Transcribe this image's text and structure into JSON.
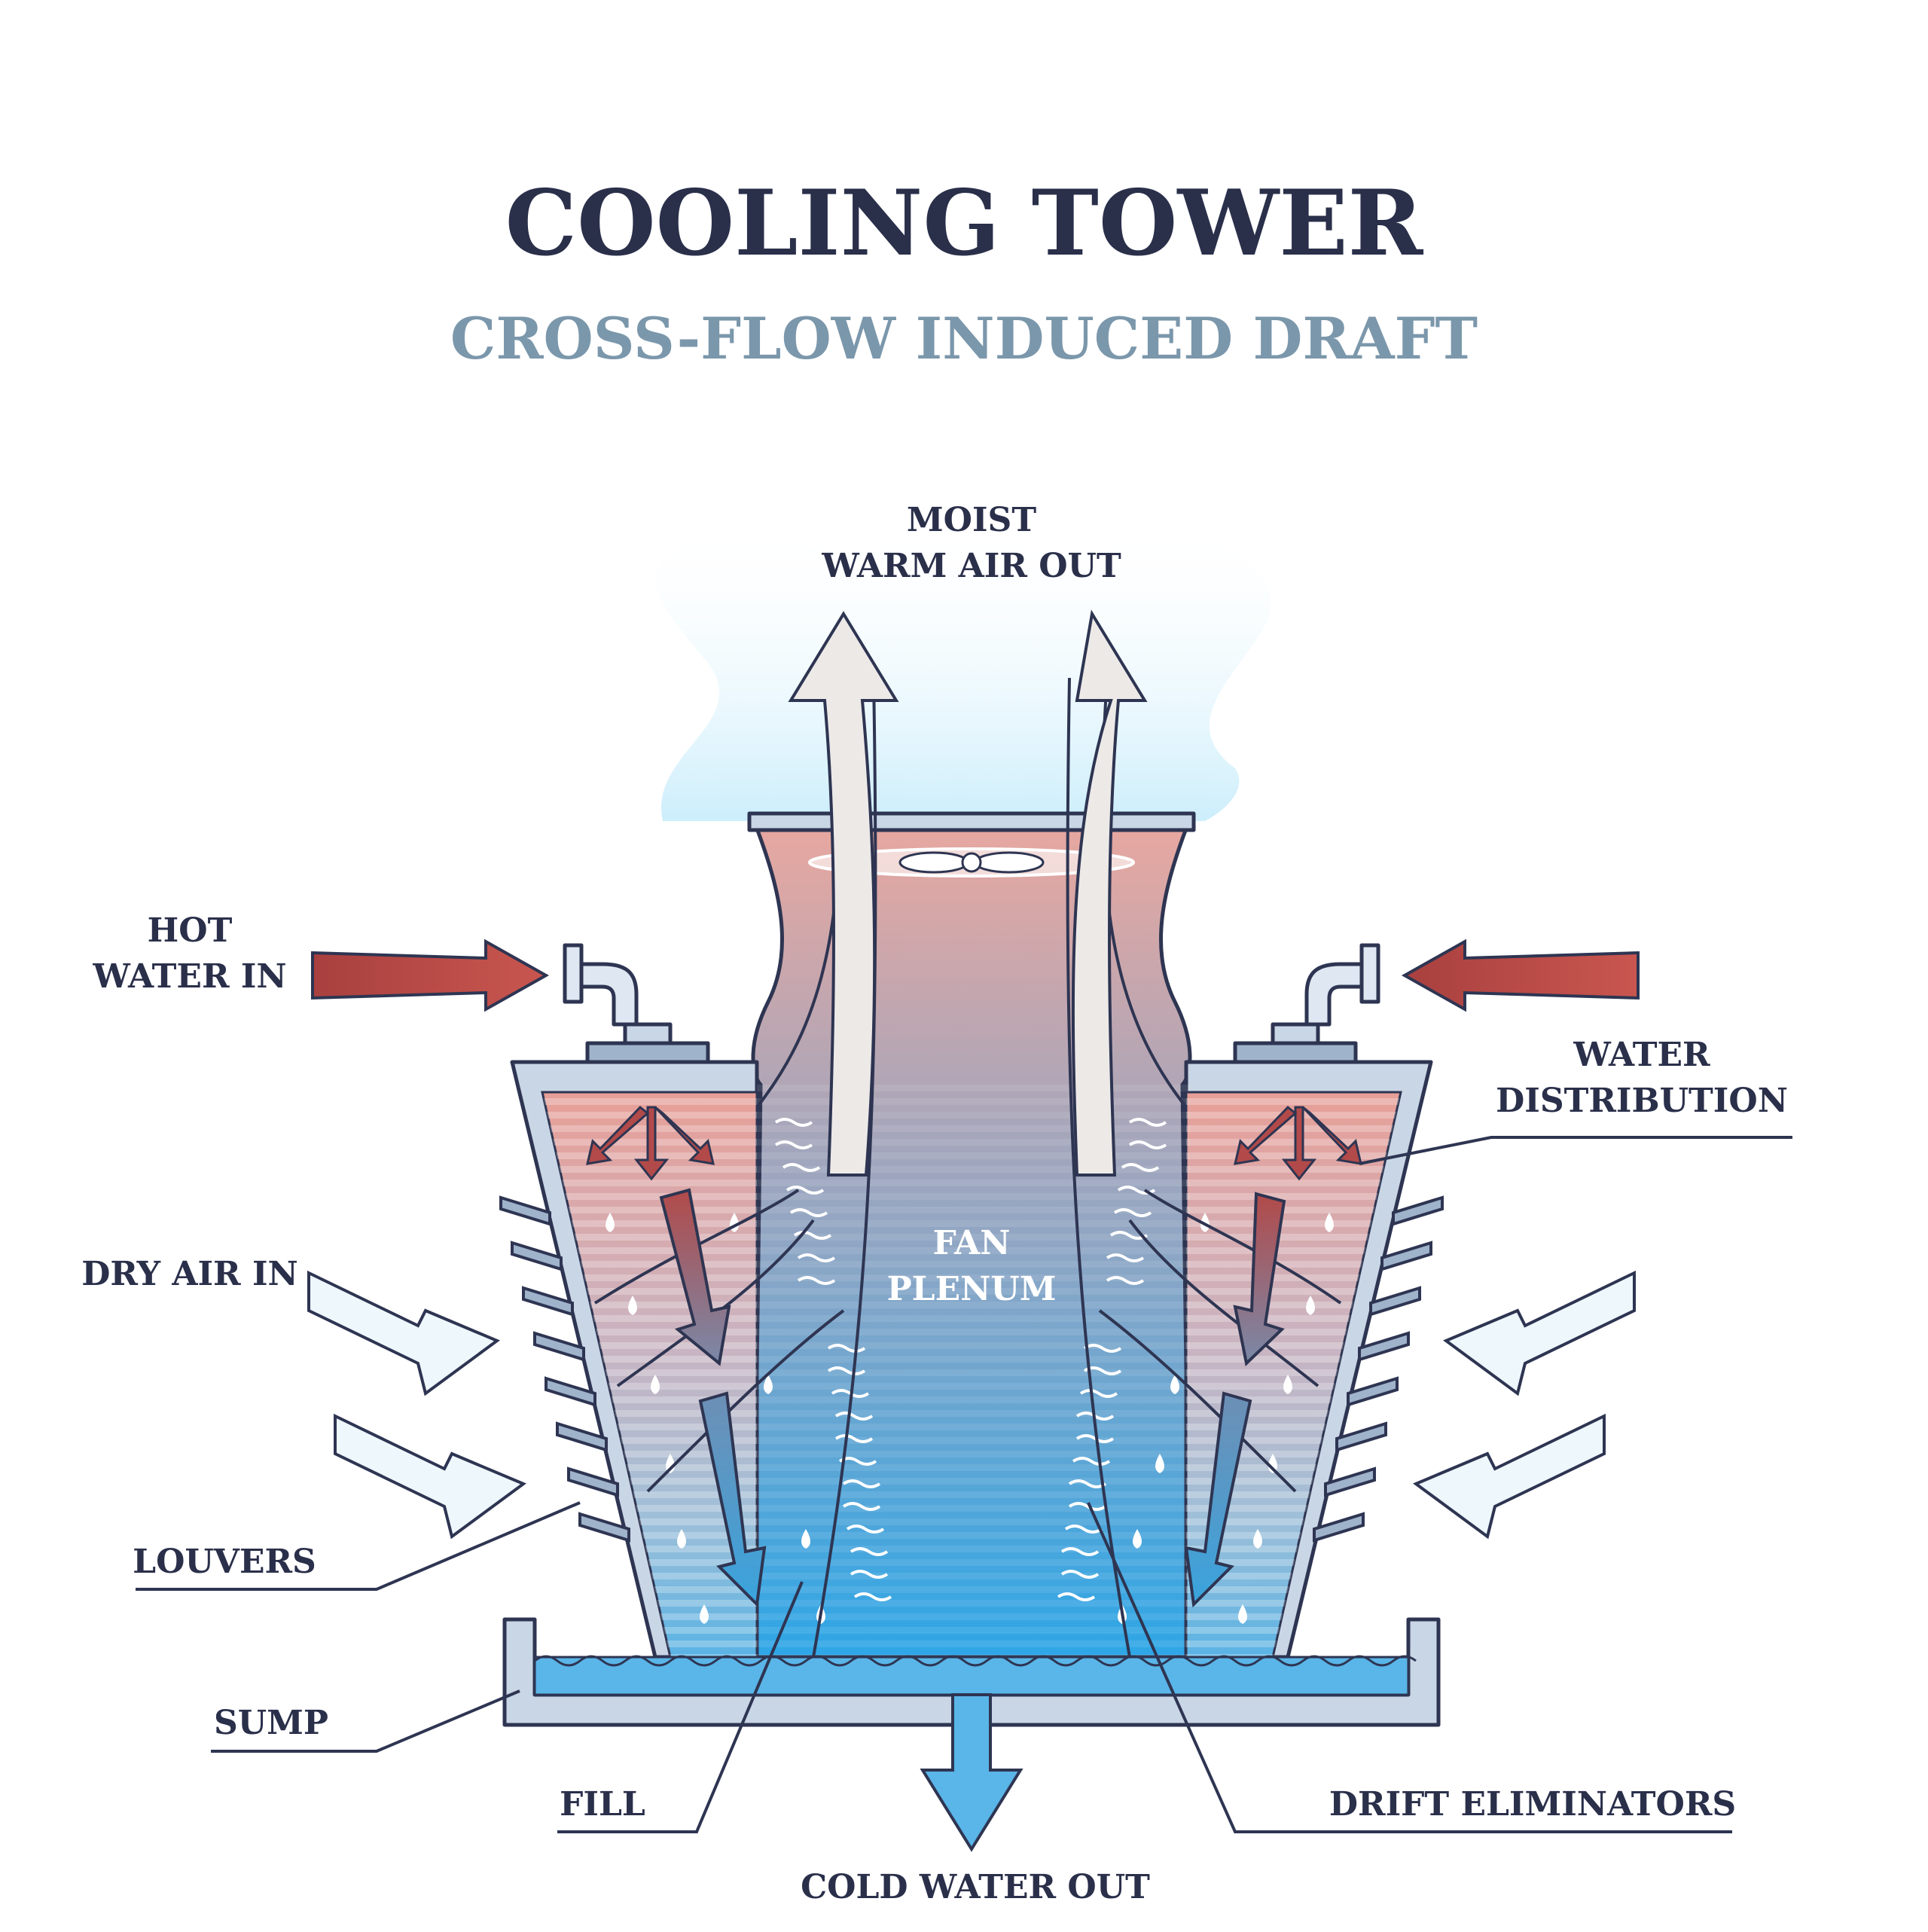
{
  "title": "COOLING TOWER",
  "subtitle": "CROSS-FLOW INDUCED DRAFT",
  "labels": {
    "moist_line1": "MOIST",
    "moist_line2": "WARM AIR OUT",
    "hot_line1": "HOT",
    "hot_line2": "WATER IN",
    "water_line1": "WATER",
    "water_line2": "DISTRIBUTION",
    "dry_air": "DRY AIR IN",
    "fan_line1": "FAN",
    "fan_line2": "PLENUM",
    "louvers": "LOUVERS",
    "sump": "SUMP",
    "fill": "FILL",
    "drift": "DRIFT ELIMINATORS",
    "cold_water": "COLD WATER OUT"
  },
  "colors": {
    "hot": "#b24a4a",
    "cold": "#3aa4dd",
    "frame": "#c9d6e6",
    "outline": "#2e3552",
    "air_in": "#eef7fc"
  }
}
